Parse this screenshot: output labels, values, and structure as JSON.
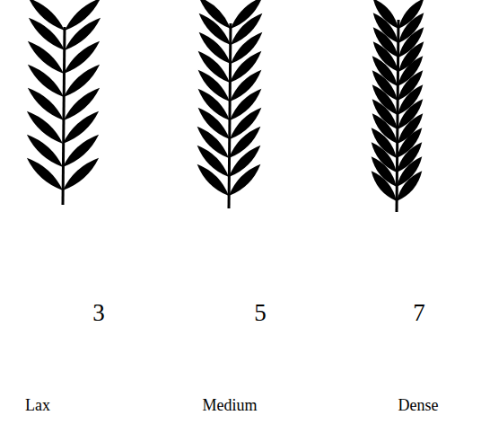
{
  "diagram": {
    "labels": [
      "3",
      "5",
      "7",
      "Lax",
      "Medium",
      "Dense"
    ]
  }
}
